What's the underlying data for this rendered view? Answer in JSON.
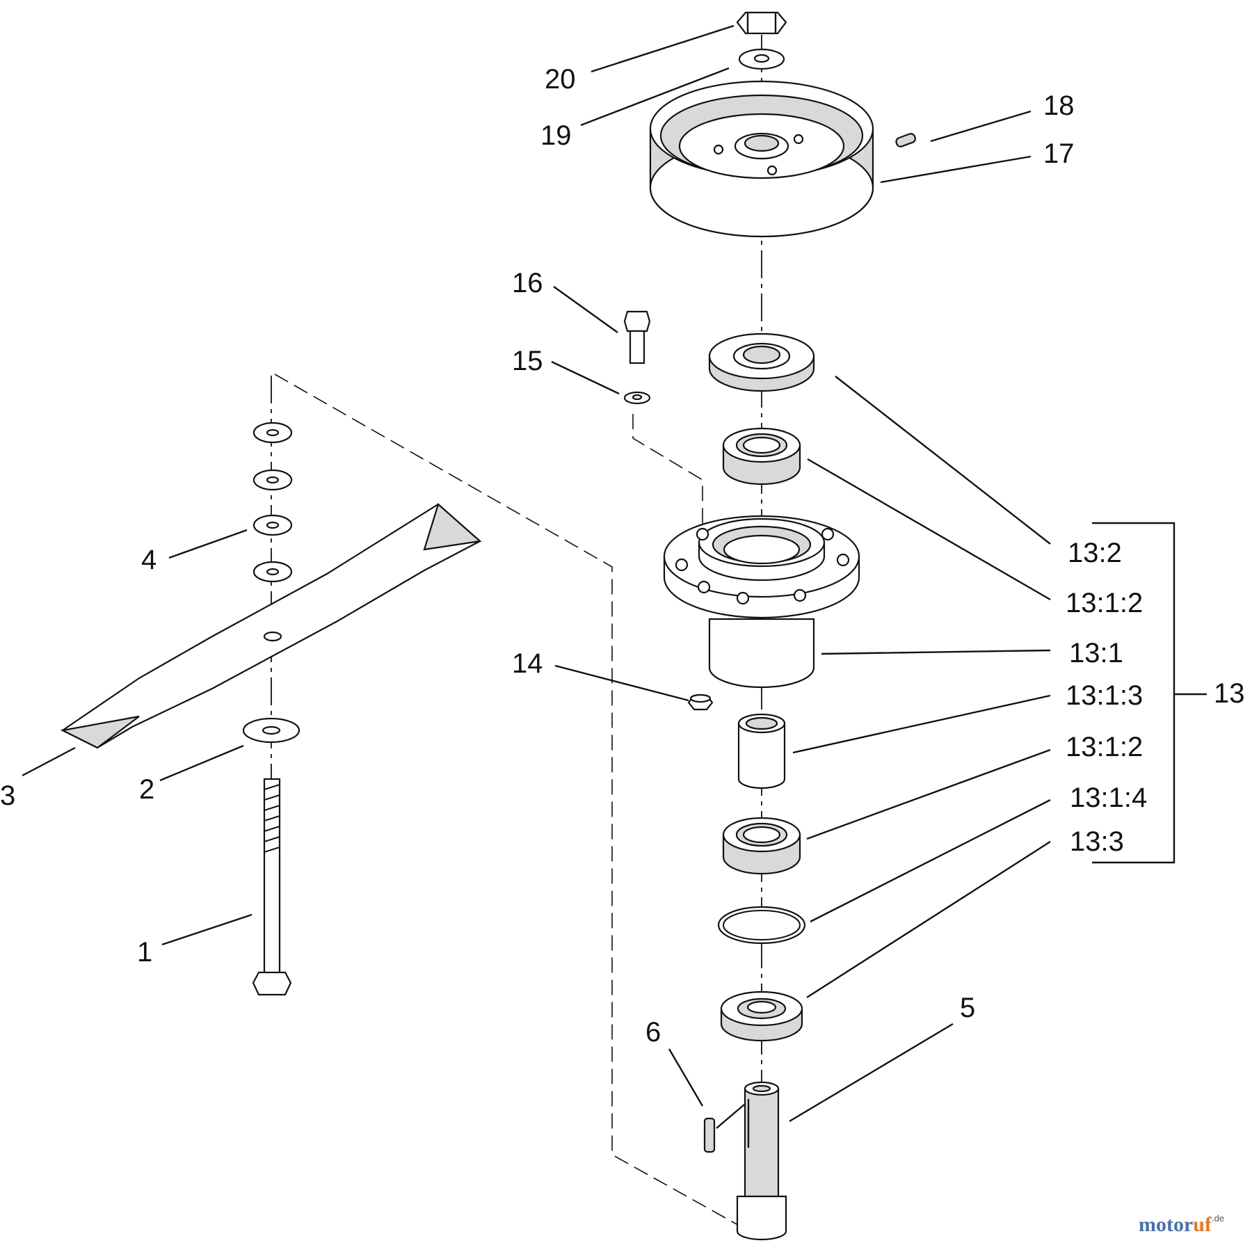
{
  "diagram": {
    "callouts": {
      "c1": "1",
      "c2": "2",
      "c3": "3",
      "c4": "4",
      "c5": "5",
      "c6": "6",
      "c13": "13",
      "c13_1": "13:1",
      "c13_1_2a": "13:1:2",
      "c13_1_2b": "13:1:2",
      "c13_1_3": "13:1:3",
      "c13_1_4": "13:1:4",
      "c13_2": "13:2",
      "c13_3": "13:3",
      "c14": "14",
      "c15": "15",
      "c16": "16",
      "c17": "17",
      "c18": "18",
      "c19": "19",
      "c20": "20"
    }
  },
  "watermark": {
    "brand_a": "motor",
    "brand_b": "uf",
    "suffix": ".de"
  }
}
